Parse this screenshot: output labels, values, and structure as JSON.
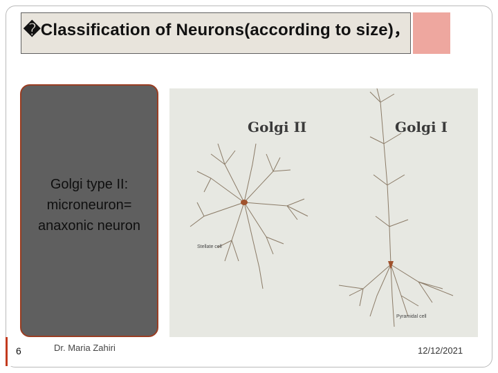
{
  "slide": {
    "title": "�Classification of Neurons(according to size)，",
    "side_text": "Golgi type II: microneuron= anaxonic neuron",
    "figure": {
      "label_left": "Golgi II",
      "label_right": "Golgi I",
      "caption_left": "Stellate cell",
      "caption_right": "Pyramidal cell"
    },
    "footer": {
      "page_number": "6",
      "author": "Dr. Maria Zahiri",
      "date": "12/12/2021"
    }
  },
  "colors": {
    "title_bg": "#e8e4dc",
    "accent": "#eea79f",
    "panel": "#5f5f5f",
    "panel_border": "#9a3d22",
    "footer_bar": "#c33a1e"
  }
}
